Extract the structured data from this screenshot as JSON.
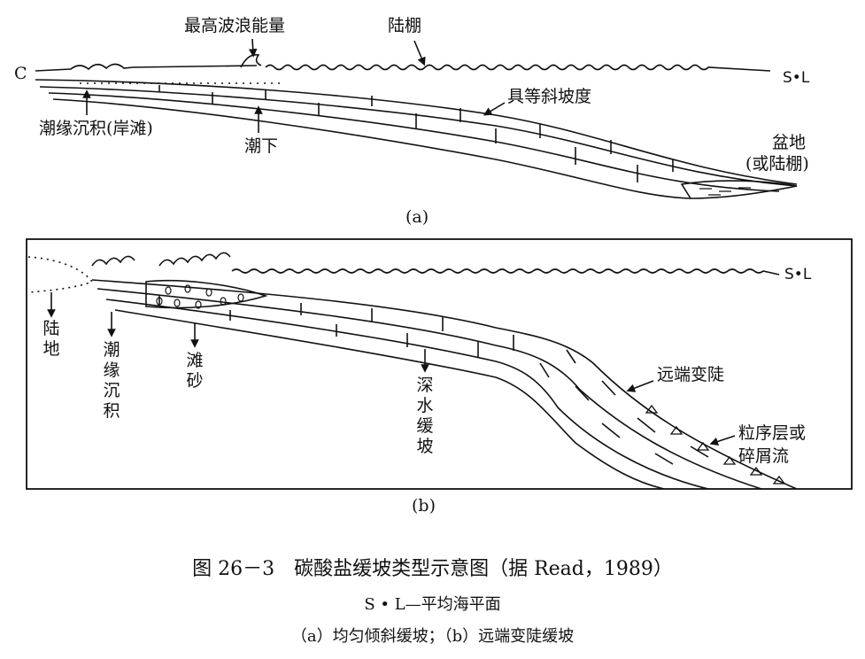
{
  "diagram_a": {
    "label_c": "C",
    "max_wave_energy": "最高波浪能量",
    "shelf": "陆棚",
    "sea_level": "S•L",
    "uniform_slope": "具等斜坡度",
    "tidal_flat": "潮缘沉积(岸滩)",
    "subtidal": "潮下",
    "basin_line1": "盆地",
    "basin_line2": "(或陆棚)",
    "panel_label": "(a)"
  },
  "diagram_b": {
    "sea_level": "S•L",
    "land": "陆地",
    "tidal_flat": "潮缘沉积",
    "beach_sand": "滩砂",
    "deep_ramp": "深水缓坡",
    "distal_steepening": "远端变陡",
    "graded_line1": "粒序层或",
    "graded_line2": "碎屑流",
    "panel_label": "(b)"
  },
  "caption": {
    "title": "图 26－3　碳酸盐缓坡类型示意图（据 Read，1989）",
    "note": "S • L—平均海平面",
    "sub": "（a）均匀倾斜缓坡；（b）远端变陡缓坡"
  }
}
